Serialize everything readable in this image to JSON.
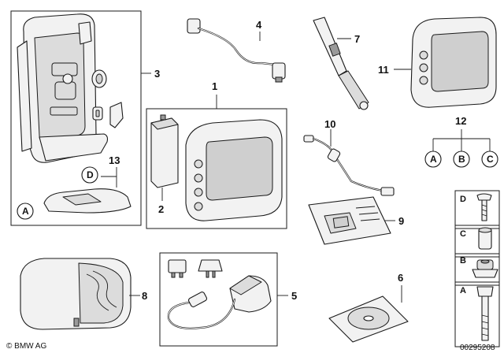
{
  "callouts": {
    "n1": "1",
    "n2": "2",
    "n3": "3",
    "n4": "4",
    "n5": "5",
    "n6": "6",
    "n7": "7",
    "n8": "8",
    "n9": "9",
    "n10": "10",
    "n11": "11",
    "n12": "12",
    "n13": "13"
  },
  "variant_letters": {
    "a": "A",
    "b": "B",
    "c": "C",
    "d": "D"
  },
  "legend": [
    {
      "letter": "D",
      "icon": "screw-icon"
    },
    {
      "letter": "C",
      "icon": "spacer-sleeve-icon"
    },
    {
      "letter": "B",
      "icon": "rubber-mount-icon"
    },
    {
      "letter": "A",
      "icon": "bolt-icon"
    }
  ],
  "footer": {
    "copyright": "© BMW AG",
    "diagram_number": "00295208"
  }
}
